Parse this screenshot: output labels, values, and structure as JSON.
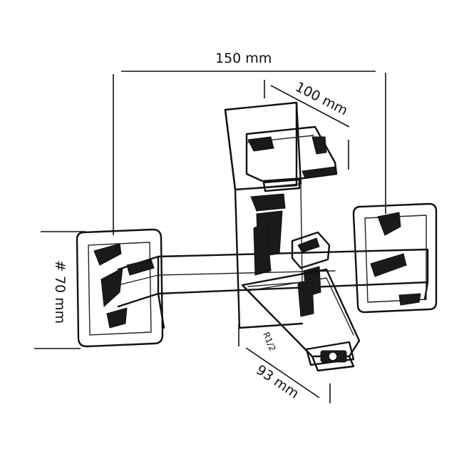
{
  "dimensions": {
    "width_total": "150 mm",
    "depth_lever": "100 mm",
    "height_flange": "# 70 mm",
    "spout_length": "93 mm",
    "thread": "R1/2"
  }
}
